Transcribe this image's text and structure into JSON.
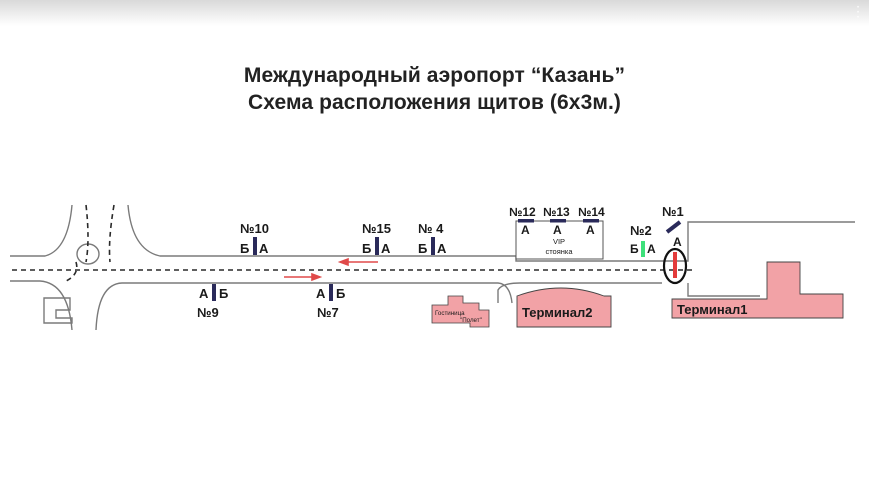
{
  "title": {
    "line1": "Международный аэропорт “Казань”",
    "line2": "Схема расположения щитов (6х3м.)"
  },
  "colors": {
    "board": "#2a2a5a",
    "board_green": "#3ee07a",
    "board_red": "#e33b3b",
    "building": "#f2a2a6",
    "arrow": "#e04a4a"
  },
  "boards": {
    "b1": {
      "number": "№1",
      "side_a": "А"
    },
    "b2": {
      "number": "№2",
      "side_b": "Б",
      "side_a": "А"
    },
    "b4": {
      "number": "№ 4",
      "side_b": "Б",
      "side_a": "А"
    },
    "b7": {
      "number": "№7",
      "side_a": "А",
      "side_b": "Б"
    },
    "b9": {
      "number": "№9",
      "side_a": "А",
      "side_b": "Б"
    },
    "b10": {
      "number": "№10",
      "side_b": "Б",
      "side_a": "А"
    },
    "b12": {
      "number": "№12",
      "side_a": "А"
    },
    "b13": {
      "number": "№13",
      "side_a": "А"
    },
    "b14": {
      "number": "№14",
      "side_a": "А"
    },
    "b15": {
      "number": "№15",
      "side_b": "Б",
      "side_a": "А"
    }
  },
  "vip": {
    "line1": "VIP",
    "line2": "стоянка"
  },
  "buildings": {
    "hotel_line1": "Гостиница",
    "hotel_line2": "\"Полет\"",
    "terminal2": "Терминал2",
    "terminal1": "Терминал1"
  }
}
